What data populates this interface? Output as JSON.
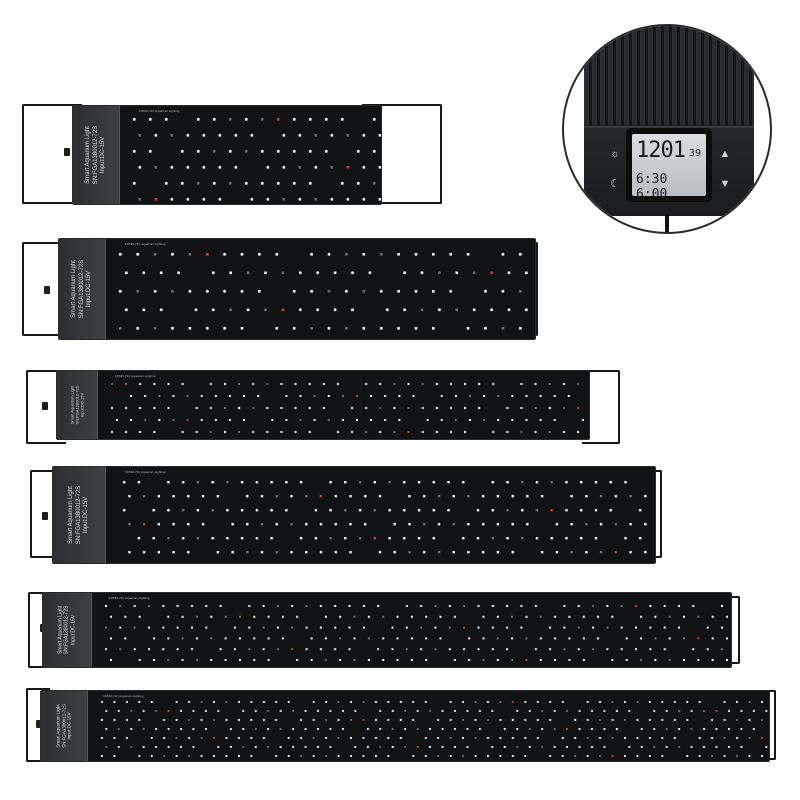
{
  "product": {
    "label_line1": "Smart Aquarium Light",
    "label_line3": "Input:DC-15V",
    "stripe_text": "FD530-72C Aquarium Lighting"
  },
  "fixtures": [
    {
      "serial": "SN:FGA1380012-72S"
    },
    {
      "serial": "SN:FGA1380012-72S"
    },
    {
      "serial": "SN:FGA1380012-72S"
    },
    {
      "serial": "SN:FGA1380012-72S"
    },
    {
      "serial": "SN:FGA1380012-72S"
    },
    {
      "serial": "SN:FGA1380012-72S"
    }
  ],
  "controller": {
    "time": "1201",
    "seconds": "39",
    "time_on": "6:30",
    "time_off": "6:00"
  },
  "colors": {
    "housing": "#111214",
    "led_white": "#f2f2f2",
    "led_grey": "#6c6c6c",
    "led_red": "#e0352b"
  },
  "icons": [
    "sun-icon",
    "moon-icon",
    "arrow-up-icon",
    "arrow-down-icon"
  ]
}
